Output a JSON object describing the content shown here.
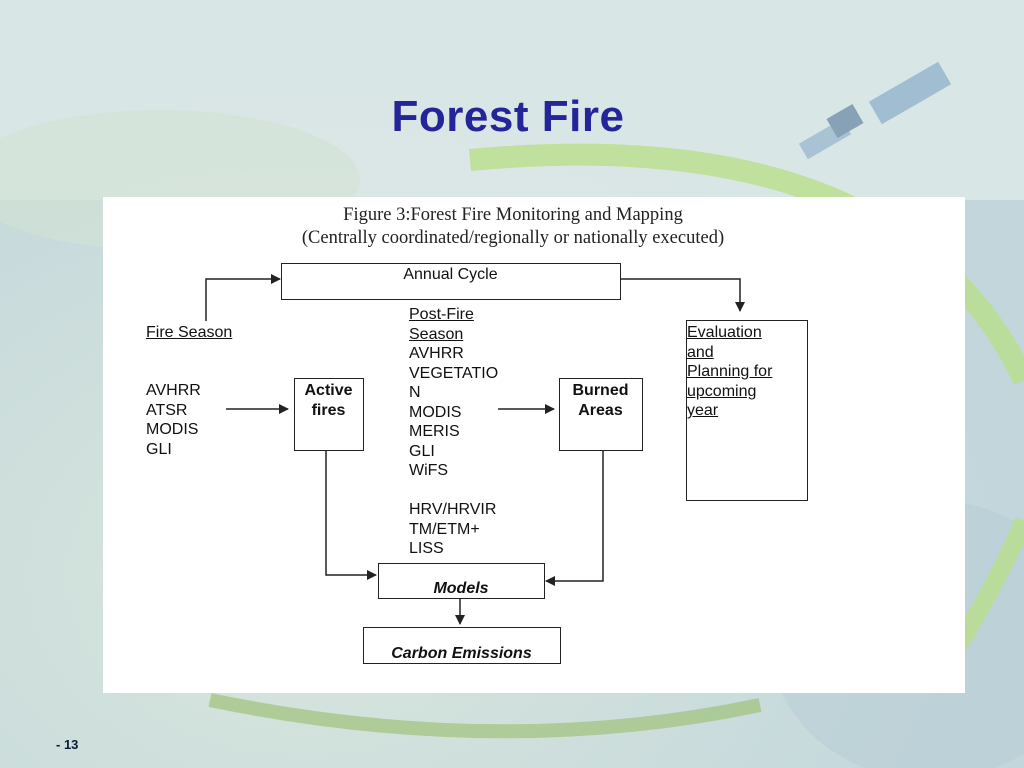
{
  "slide": {
    "title": "Forest Fire",
    "page_number": "- 13"
  },
  "figure": {
    "caption_line1": "Figure 3:Forest Fire Monitoring and Mapping",
    "caption_line2": "(Centrally coordinated/regionally or nationally executed)"
  },
  "nodes": {
    "annual_cycle": "Annual Cycle",
    "fire_season": "Fire Season",
    "sensors_left": [
      "AVHRR",
      "ATSR",
      "MODIS",
      "GLI"
    ],
    "active_fires": [
      "Active",
      "fires"
    ],
    "post_fire_season": [
      "Post-Fire",
      "Season"
    ],
    "sensors_middle": [
      "AVHRR",
      "VEGETATIO",
      "N",
      "MODIS",
      "MERIS",
      "GLI",
      "WiFS"
    ],
    "sensors_middle_high_res": [
      "HRV/HRVIR",
      "TM/ETM+",
      "LISS"
    ],
    "burned_areas": [
      "Burned",
      "Areas"
    ],
    "evaluation": [
      "Evaluation",
      "and",
      "Planning for",
      "upcoming",
      "year"
    ],
    "models": "Models",
    "carbon_emissions": "Carbon Emissions"
  },
  "colors": {
    "title": "#25259a",
    "line": "#222222"
  }
}
